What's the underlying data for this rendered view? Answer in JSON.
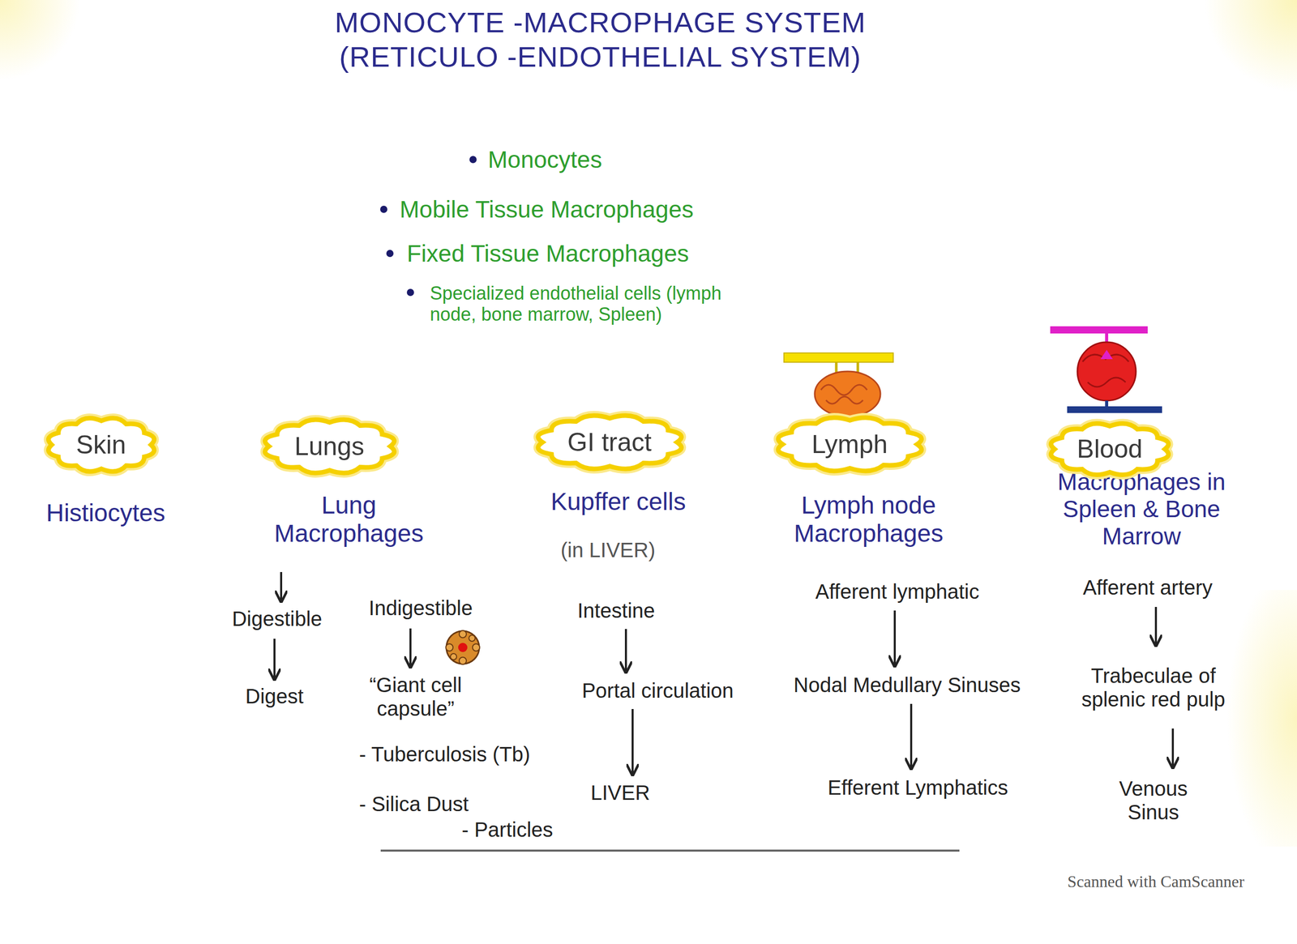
{
  "diagram": {
    "title": "MONOCYTE -MACROPHAGE SYSTEM (RETICULO -ENDOTHELIAL SYSTEM)",
    "nodes": [
      {
        "text": [
          "Skin"
        ]
      },
      {
        "text": [
          "Lungs"
        ]
      },
      {
        "text": [
          "GI tract"
        ]
      },
      {
        "text": [
          "Lymph"
        ]
      },
      {
        "text": [
          "Blood"
        ]
      }
    ],
    "labels": [
      "Monocytes",
      "Mobile Tissue Macrophages",
      "Fixed Tissue Macrophages",
      "Specialized endothelial cells (lymph node, bone marrow, Spleen)",
      "Histiocytes",
      "Lung Macrophages",
      "Digestible",
      "Digest",
      "Indigestible",
      "“Giant cell capsule”",
      "- Tuberculosis (Tb)",
      "- Silica Dust",
      "- Particles",
      "Kupffer cells",
      "(in LIVER)",
      "Intestine",
      "Portal circulation",
      "LIVER",
      "Lymph node Macrophages",
      "Afferent lymphatic",
      "Nodal Medullary Sinuses",
      "Efferent Lymphatics",
      "Macrophages in Spleen & Bone Marrow",
      "Afferent artery",
      "Trabeculae of splenic red pulp",
      "Venous Sinus",
      "Scanned with CamScanner"
    ]
  }
}
